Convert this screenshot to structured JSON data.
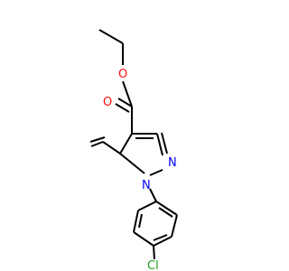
{
  "molecule": {
    "atoms": {
      "o_carbonyl": {
        "symbol": "O",
        "color": "#ff0d0d"
      },
      "o_ester": {
        "symbol": "O",
        "color": "#ff0d0d"
      },
      "n1": {
        "symbol": "N",
        "color": "#0000ff"
      },
      "n2": {
        "symbol": "N",
        "color": "#0000ff"
      },
      "cl": {
        "symbol": "Cl",
        "color": "#1ea01e"
      }
    }
  }
}
